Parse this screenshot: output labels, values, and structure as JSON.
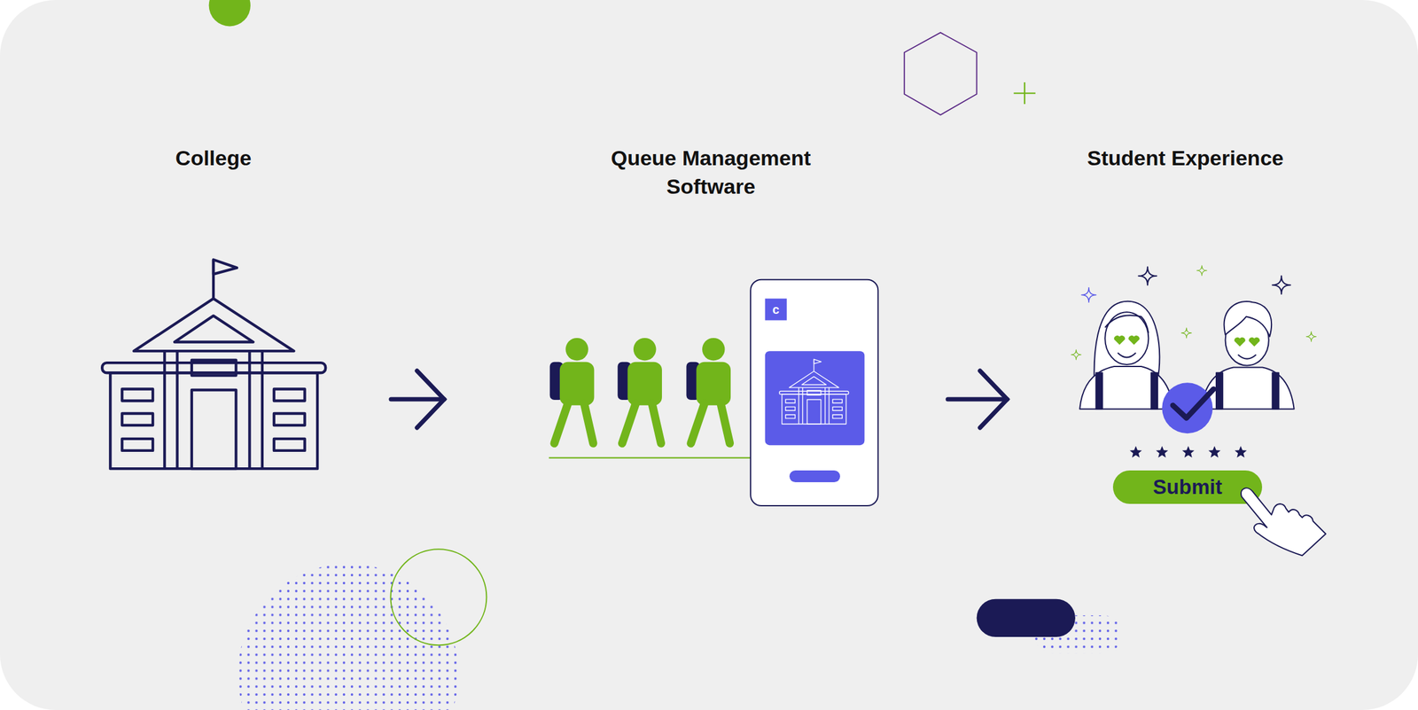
{
  "diagram": {
    "nodes": [
      {
        "text": [
          "College"
        ]
      },
      {
        "text": [
          "Queue Management Software"
        ]
      },
      {
        "text": [
          "Student Experience"
        ]
      },
      {
        "text": [
          "Submit"
        ],
        "in": 2
      }
    ],
    "edges": [
      {
        "from": 0,
        "to": 1,
        "arrow": "to"
      },
      {
        "from": 1,
        "to": 2,
        "arrow": "to"
      }
    ],
    "labels": [
      "c"
    ]
  }
}
